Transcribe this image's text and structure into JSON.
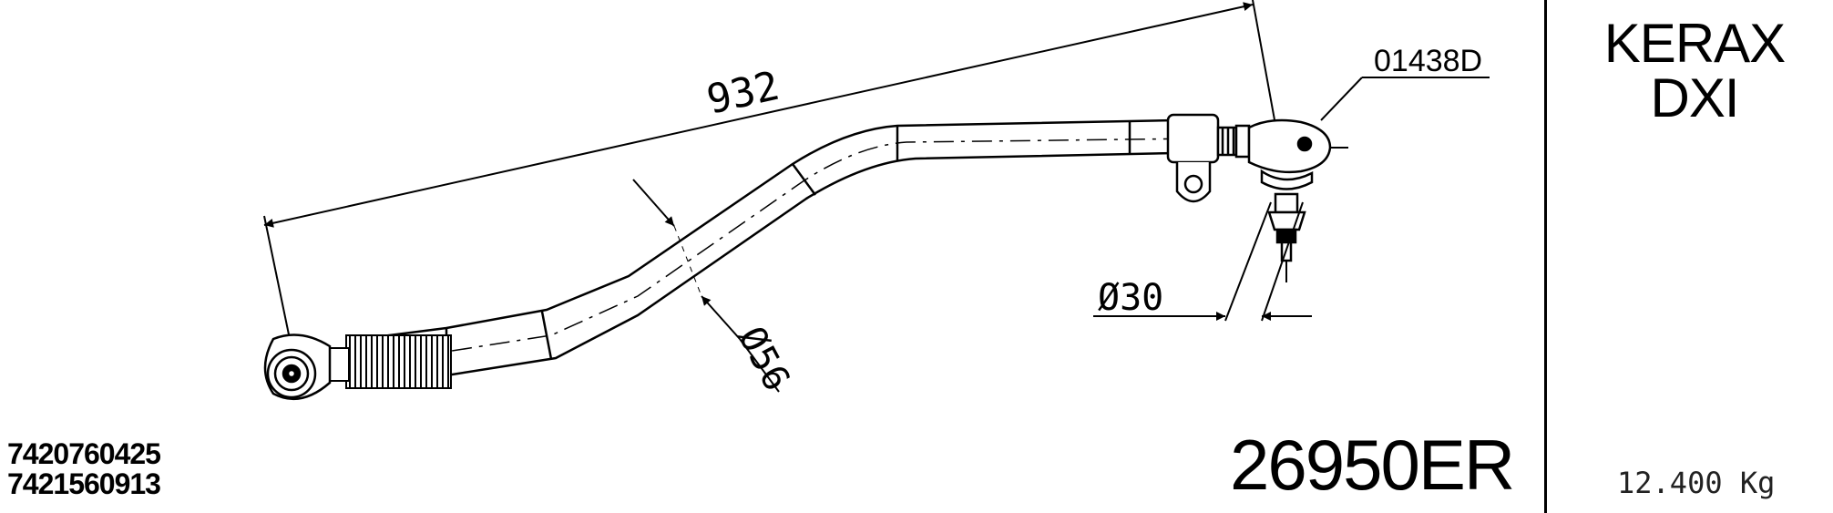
{
  "drawing": {
    "overall_length": "932",
    "tube_diameter": "Ø56",
    "ball_pin_diameter": "Ø30",
    "ball_joint_ref": "01438D"
  },
  "model": {
    "line1": "KERAX",
    "line2": "DXI"
  },
  "oem_numbers": [
    "7420760425",
    "7421560913"
  ],
  "part_number": "26950ER",
  "weight": "12.400 Kg"
}
